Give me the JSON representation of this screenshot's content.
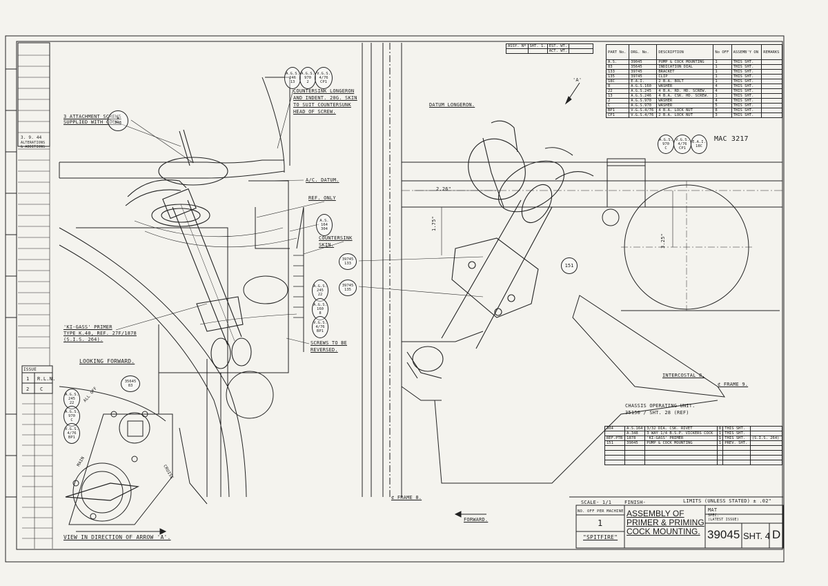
{
  "header_boxes": {
    "assy_no": "ASSY. Nº",
    "sht": "SHT. 1.",
    "est_wt": "EST. WT.",
    "act_wt": "ACT. WT."
  },
  "bom": {
    "headers": [
      "PART No.",
      "DRG. No.",
      "DESCRIPTION",
      "No OFF",
      "ASSEMB'Y ON",
      "REMARKS"
    ],
    "rows": [
      [
        "A.S.",
        "39045",
        "PUMP & COCK MOUNTING",
        "1",
        "THIS SHT.",
        ""
      ],
      [
        "83",
        "35645",
        "INDICATION DIAL",
        "1",
        "THIS SHT.",
        ""
      ],
      [
        "133",
        "39745",
        "BRACKET",
        "1",
        "THIS SHT.",
        ""
      ],
      [
        "135",
        "39745",
        "CLIP",
        "1",
        "THIS SHT.",
        ""
      ],
      [
        "18C",
        "E.A.I.",
        "2 B.A. BOLT",
        "1",
        "THIS SHT.",
        ""
      ],
      [
        "8",
        "A.G.S.160",
        "WASHER",
        "4",
        "THIS SHT.",
        ""
      ],
      [
        "22",
        "A.G.S.245",
        "4 B.A. RD. HD. SCREW.",
        "4",
        "THIS SHT.",
        ""
      ],
      [
        "13",
        "A.G.S.246",
        "4 B.A. CSK. HD. SCREW.",
        "1",
        "THIS SHT.",
        ""
      ],
      [
        "2",
        "A.G.S.970",
        "WASHER",
        "4",
        "THIS SHT.",
        ""
      ],
      [
        "C",
        "A.G.S.970",
        "WASHER",
        "5",
        "THIS SHT.",
        ""
      ],
      [
        "BP1",
        "V.G.S.4/76",
        "4 B.A. LOCK NUT",
        "8",
        "THIS SHT.",
        ""
      ],
      [
        "CP1",
        "V.G.S.4/76",
        "2 B.A. LOCK NUT",
        "3",
        "THIS SHT.",
        ""
      ]
    ]
  },
  "parts_table2": {
    "rows": [
      [
        "304",
        "A.S.164",
        "3/32 DIA. CSK. RIVET",
        "8",
        "THIS SHT.",
        ""
      ],
      [
        "",
        "A.348",
        "3 WAY 1/4 B.S.P. VICKERS COCK",
        "1",
        "THIS SHT.",
        ""
      ],
      [
        "REF.PTB",
        "1878",
        "'KI-GASS' PRIMER",
        "1",
        "THIS SHT.",
        "(S.I.S. 264)"
      ],
      [
        "151",
        "39045",
        "PUMP & COCK MOUNTING",
        "1",
        "PREV. SHT.",
        ""
      ]
    ]
  },
  "issue_table": {
    "header": "ISSUE",
    "rows": [
      [
        "1",
        "R.L.N."
      ],
      [
        "2",
        "C"
      ]
    ]
  },
  "top_left_stamp": [
    "3. 9. 44",
    "ALTERATIONS",
    "& ADDITIONS"
  ],
  "labels": {
    "attachment_screws": "3 ATTACHMENT SCREWS\nSUPPLIED WITH COCK.",
    "countersink_longeron": "COUNTERSINK LONGERON\nAND INDENT. 20G. SKIN\nTO SUIT COUNTERSUNK\nHEAD OF SCREW.",
    "ac_datum": "A/C. DATUM.",
    "ref_only": "REF. ONLY",
    "countersink_skin": "COUNTERSINK\nSKIN.",
    "primer": "'KI-GASS' PRIMER\nTYPE K.40, REF. 27F/1878\n(S.I.S. 264).",
    "screws_reversed": "SCREWS TO BE\nREVERSED.",
    "looking_forward": "LOOKING FORWARD.",
    "view_arrow": "VIEW IN DIRECTION OF ARROW 'A'.",
    "datum_longeron": "DATUM LONGERON.",
    "intercostal": "INTERCOSTAL 8.",
    "frame9": "⊄ FRAME 9.",
    "frame8": "⊄ FRAME 8.",
    "chassis_unit": "CHASSIS OPERATING UNIT.\n35150 / SHT. 28 (REF)",
    "forward": "FORWARD.",
    "mac": "MAC 3217",
    "all_off": "ALL OFF",
    "main": "MAIN",
    "cruise": "CRUISE",
    "dim_26": "2.26\"",
    "dim_175": "1.75\"",
    "dim_325": "3.25\"",
    "arrow_a": "'A'"
  },
  "bubbles": {
    "b1": "A\n348",
    "b2": "A.G.S.\n246\n13",
    "b3": "A.G.S.\n970\n2",
    "b4": "V.G.S.\n4/76\nCP1",
    "b5": "A.S.\n164\n304",
    "b6": "39745\n133",
    "b7": "39745\n135",
    "b8": "A.G.S.\n245\n22",
    "b9": "A.G.S.\n160\n8",
    "b10": "V.G.S.\n4/76\nBP1",
    "b11": "35645\n83",
    "b12": "A.G.S.\n245\n22",
    "b13": "A.G.S.\n970\nC",
    "b14": "V.G.S.\n4/76\nBP1",
    "b15": "A.G.S.\n970\nC",
    "b16": "V.G.S.\n4/76\nCP1",
    "b17": "E.A.I.\n18C",
    "b18": "151"
  },
  "title_block": {
    "scale": "SCALE- 1/1",
    "finish": "FINISH-",
    "limits": "LIMITS (UNLESS STATED) ± .02\"",
    "no_off_label": "NO. OFF PER MACHINE",
    "no_off": "1",
    "machine": "\"SPITFIRE\"",
    "title": "ASSEMBLY OF\nPRIMER & PRIMING\nCOCK MOUNTING.",
    "mat": "MAT",
    "spec": "SPEC.\n(LATEST ISSUE)",
    "drawing_no": "39045",
    "sheet": "SHT. 4",
    "issue": "D"
  }
}
